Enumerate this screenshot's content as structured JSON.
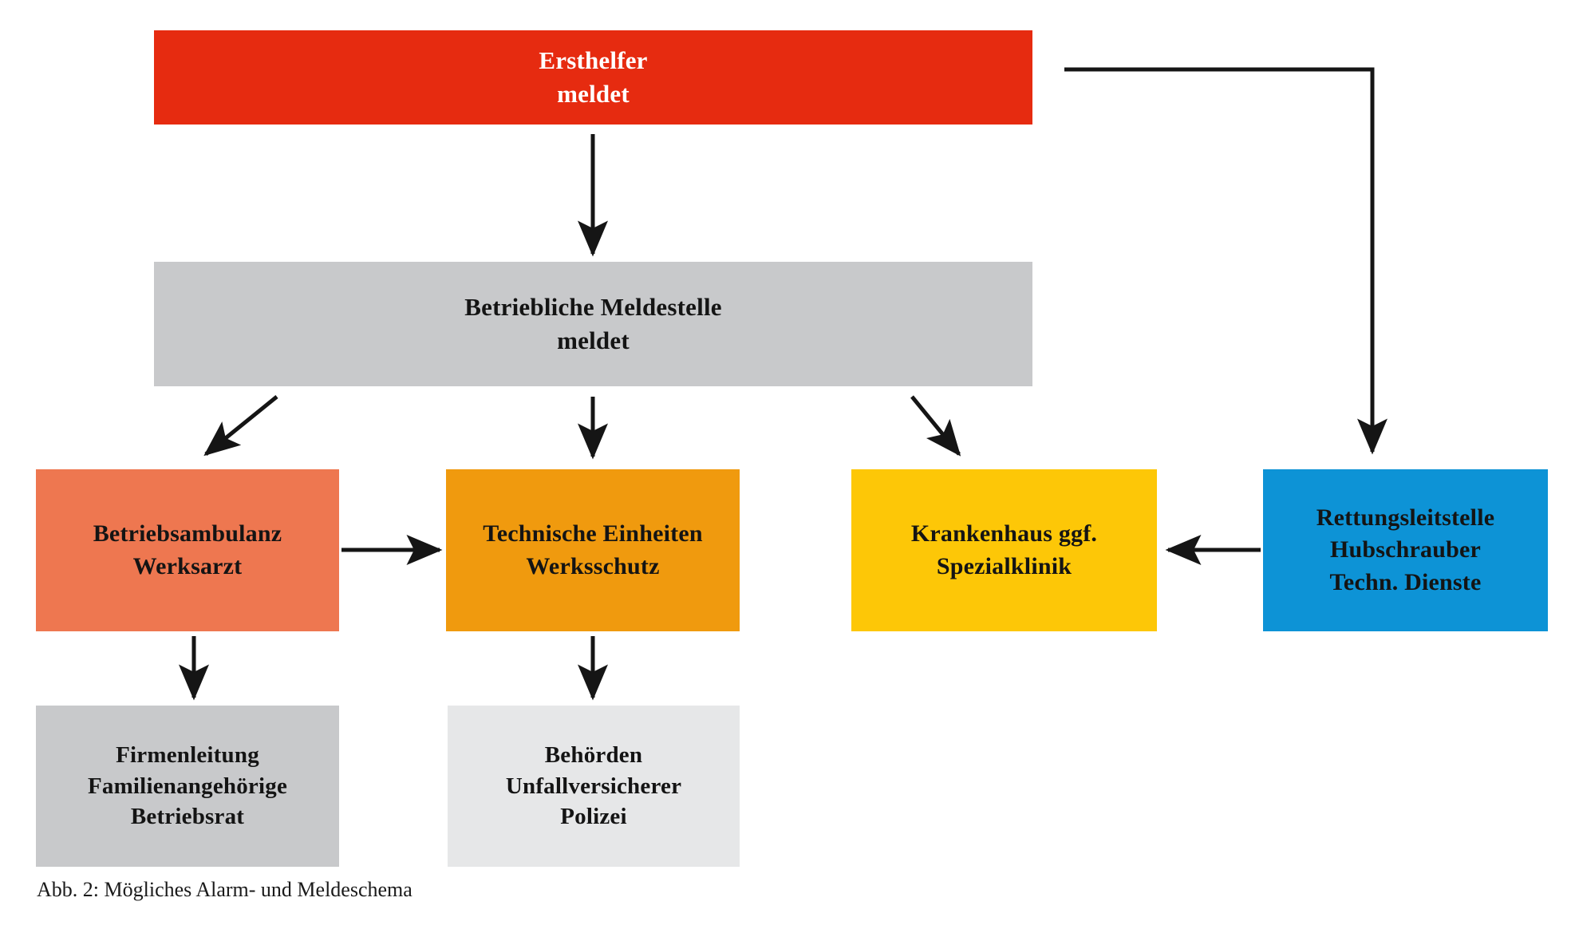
{
  "figure": {
    "caption": "Abb. 2: Mögliches Alarm- und Meldeschema",
    "language": "de"
  },
  "colors": {
    "red": "#E62B10",
    "grey_mid": "#C8C9CB",
    "salmon": "#EE7750",
    "orange": "#F09A0E",
    "yellow": "#FDC707",
    "blue": "#0D93D6",
    "grey_light": "#E6E7E8",
    "text_dark": "#141414",
    "text_light": "#FFFFFF",
    "edge": "#151515"
  },
  "nodes": [
    {
      "id": "ersthelfer",
      "lines": [
        "Ersthelfer",
        "meldet"
      ],
      "fill": "#E62B10",
      "text_color": "#FFFFFF"
    },
    {
      "id": "meldestelle",
      "lines": [
        "Betriebliche Meldestelle",
        "meldet"
      ],
      "fill": "#C8C9CB",
      "text_color": "#141414"
    },
    {
      "id": "betriebsambulanz",
      "lines": [
        "Betriebsambulanz",
        "Werksarzt"
      ],
      "fill": "#EE7750",
      "text_color": "#141414"
    },
    {
      "id": "technische",
      "lines": [
        "Technische Einheiten",
        "Werksschutz"
      ],
      "fill": "#F09A0E",
      "text_color": "#141414"
    },
    {
      "id": "krankenhaus",
      "lines": [
        "Krankenhaus ggf.",
        "Spezialklinik"
      ],
      "fill": "#FDC707",
      "text_color": "#141414"
    },
    {
      "id": "rettungsleitstelle",
      "lines": [
        "Rettungsleitstelle",
        "Hubschrauber",
        "Techn. Dienste"
      ],
      "fill": "#0D93D6",
      "text_color": "#141414"
    },
    {
      "id": "firmenleitung",
      "lines": [
        "Firmenleitung",
        "Familienangehörige",
        "Betriebsrat"
      ],
      "fill": "#C8C9CB",
      "text_color": "#141414"
    },
    {
      "id": "behoerden",
      "lines": [
        "Behörden",
        "Unfallversicherer",
        "Polizei"
      ],
      "fill": "#E6E7E8",
      "text_color": "#141414"
    }
  ],
  "edges": [
    {
      "id": "ersthelfer-to-meldestelle",
      "from": "ersthelfer",
      "to": "meldestelle",
      "style": "straight-down"
    },
    {
      "id": "ersthelfer-to-rettungsleitstelle",
      "from": "ersthelfer",
      "to": "rettungsleitstelle",
      "style": "elbow-right-down"
    },
    {
      "id": "meldestelle-to-betriebsambulanz",
      "from": "meldestelle",
      "to": "betriebsambulanz",
      "style": "diagonal-down-left"
    },
    {
      "id": "meldestelle-to-technische",
      "from": "meldestelle",
      "to": "technische",
      "style": "straight-down"
    },
    {
      "id": "meldestelle-to-krankenhaus",
      "from": "meldestelle",
      "to": "krankenhaus",
      "style": "diagonal-down-right"
    },
    {
      "id": "betriebsambulanz-to-technische",
      "from": "betriebsambulanz",
      "to": "technische",
      "style": "straight-right"
    },
    {
      "id": "rettungsleitstelle-to-krankenhaus",
      "from": "rettungsleitstelle",
      "to": "krankenhaus",
      "style": "straight-left"
    },
    {
      "id": "betriebsambulanz-to-firmenleitung",
      "from": "betriebsambulanz",
      "to": "firmenleitung",
      "style": "straight-down"
    },
    {
      "id": "technische-to-behoerden",
      "from": "technische",
      "to": "behoerden",
      "style": "straight-down"
    }
  ]
}
